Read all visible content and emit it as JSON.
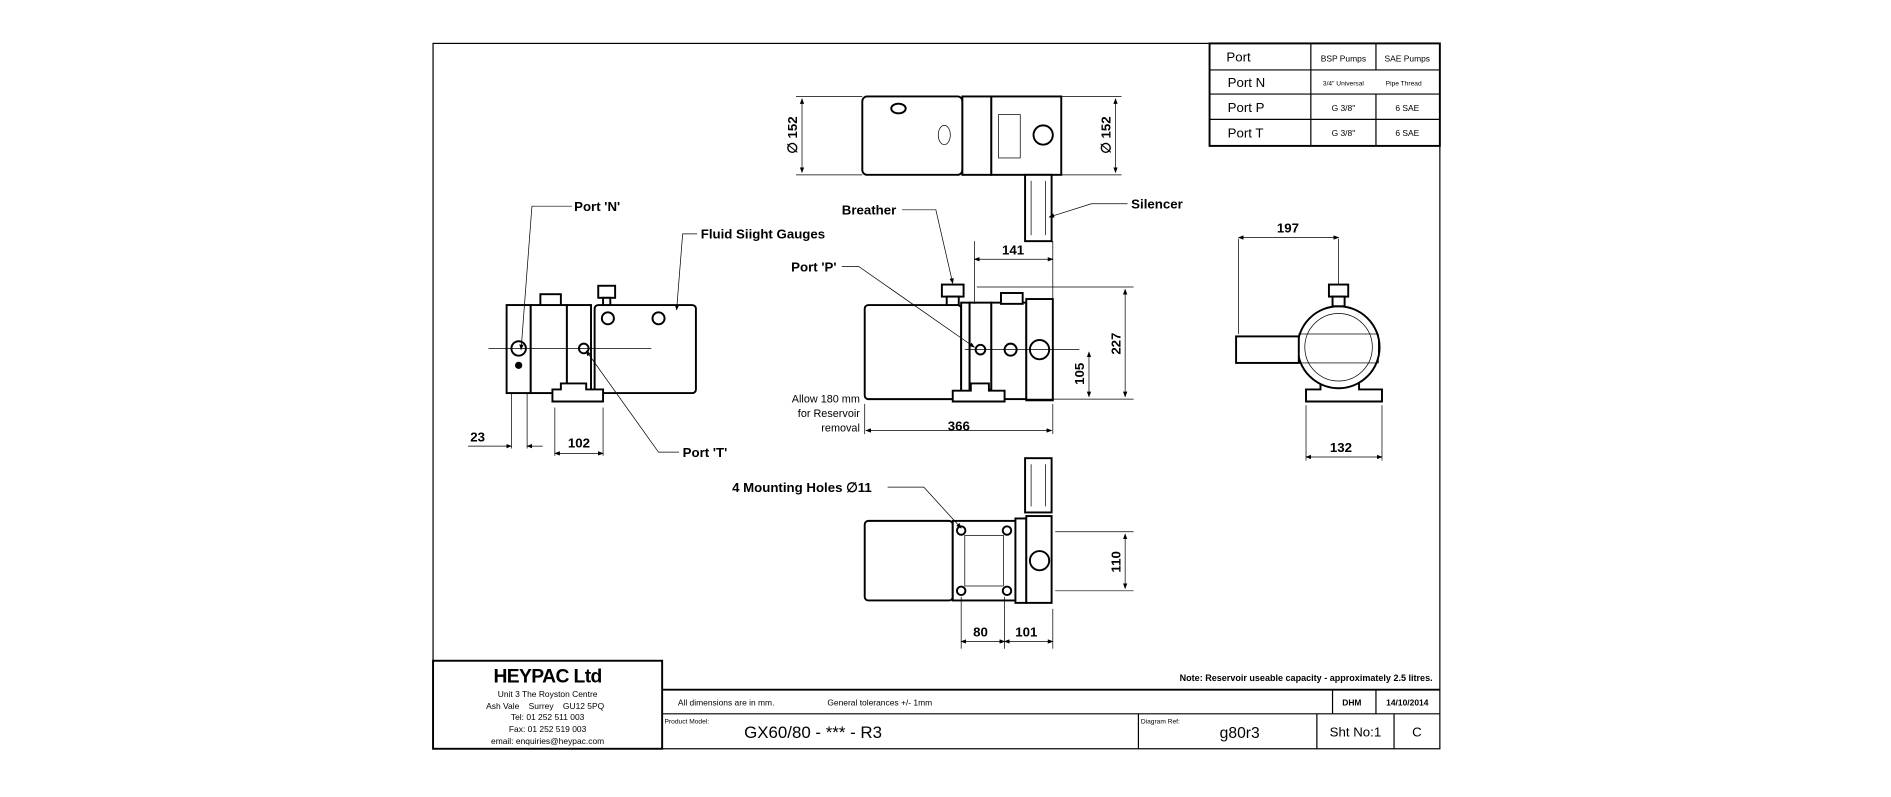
{
  "port_table": {
    "headers": [
      "Port",
      "BSP Pumps",
      "SAE Pumps"
    ],
    "rows": [
      {
        "port": "Port N",
        "bsp": "3/4\" Universal",
        "sae": "Pipe Thread"
      },
      {
        "port": "Port P",
        "bsp": "G 3/8\"",
        "sae": "6 SAE"
      },
      {
        "port": "Port T",
        "bsp": "G 3/8\"",
        "sae": "6 SAE"
      }
    ]
  },
  "labels": {
    "port_n": "Port 'N'",
    "sight_gauges": "Fluid Siight Gauges",
    "port_t": "Port 'T'",
    "breather": "Breather",
    "port_p": "Port 'P'",
    "silencer": "Silencer",
    "mounting_holes": "4 Mounting Holes ∅11",
    "allow_1": "Allow 180 mm",
    "allow_2": "for Reservoir",
    "allow_3": "removal"
  },
  "dimensions": {
    "dia_left": "∅ 152",
    "dia_right": "∅ 152",
    "d23": "23",
    "d102": "102",
    "d141": "141",
    "d227": "227",
    "d105": "105",
    "d366": "366",
    "d110": "110",
    "d80": "80",
    "d101": "101",
    "d197": "197",
    "d132": "132"
  },
  "title_block": {
    "company": "HEYPAC Ltd",
    "address_1": "Unit 3 The Royston Centre",
    "address_2": "Ash Vale    Surrey    GU12 5PQ",
    "tel": "Tel: 01 252 511 003",
    "fax": "Fax: 01 252 519 003",
    "email": "email: enquiries@heypac.com",
    "note": "Note:  Reservoir useable capacity - approximately 2.5 litres.",
    "dimensions_note": "All dimensions are in mm.",
    "tolerance_note": "General tolerances +/- 1mm",
    "drawn_by": "DHM",
    "date": "14/10/2014",
    "product_model_label": "Product Model:",
    "product_model": "GX60/80 - *** - R3",
    "diagram_ref_label": "Diagram Ref:",
    "diagram_ref": "g80r3",
    "sheet": "Sht No:1",
    "revision": "C"
  }
}
